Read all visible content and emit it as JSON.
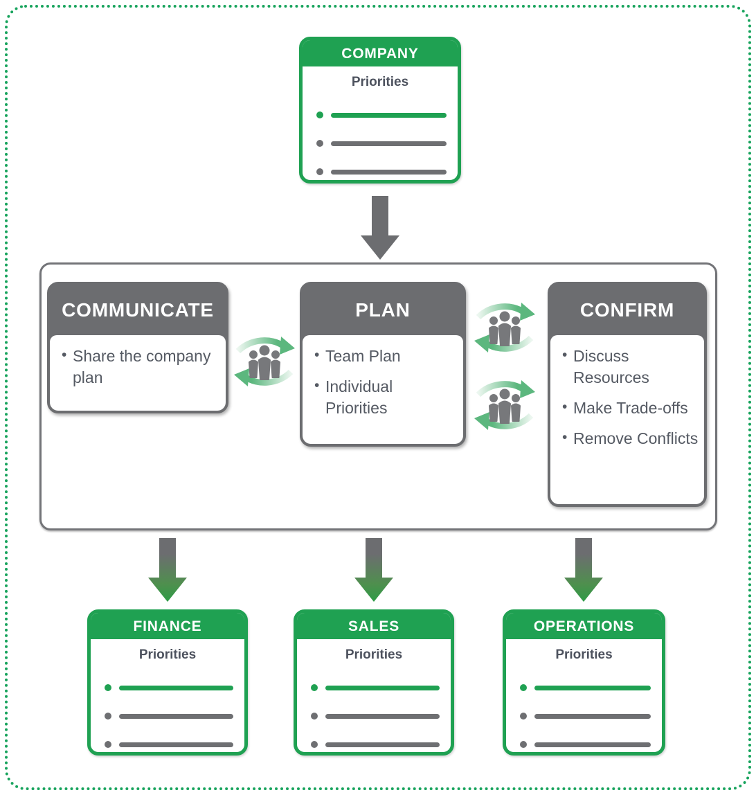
{
  "diagram": {
    "title_semantics": "company-priorities-alignment-process",
    "company_card": {
      "title": "COMPANY",
      "subtitle": "Priorities",
      "lines": [
        "green",
        "gray",
        "gray"
      ]
    },
    "process_steps": [
      {
        "title": "COMMUNICATE",
        "bullets": [
          "Share the company plan"
        ]
      },
      {
        "title": "PLAN",
        "bullets": [
          "Team Plan",
          "Individual Priorities"
        ]
      },
      {
        "title": "CONFIRM",
        "bullets": [
          "Discuss Resources",
          "Make Trade-offs",
          "Remove Conflicts"
        ]
      }
    ],
    "department_cards": [
      {
        "title": "FINANCE",
        "subtitle": "Priorities",
        "lines": [
          "green",
          "gray",
          "gray"
        ]
      },
      {
        "title": "SALES",
        "subtitle": "Priorities",
        "lines": [
          "green",
          "gray",
          "gray"
        ]
      },
      {
        "title": "OPERATIONS",
        "subtitle": "Priorities",
        "lines": [
          "green",
          "gray",
          "gray"
        ]
      }
    ],
    "icons": {
      "down_arrow": "down-arrow-icon",
      "gradient_down_arrow": "gradient-down-arrow-icon",
      "team_cycle": "team-collaboration-cycle-icon"
    },
    "colors": {
      "green": "#1fa152",
      "dark_gray": "#6c6d70",
      "panel_border": "#737478",
      "body_text": "#555a63",
      "line_gray": "#6e6f72",
      "dotted_frame_green": "#17a35c",
      "cycle_arrow_green": "#5cb77e",
      "people_gray": "#77787b"
    }
  }
}
